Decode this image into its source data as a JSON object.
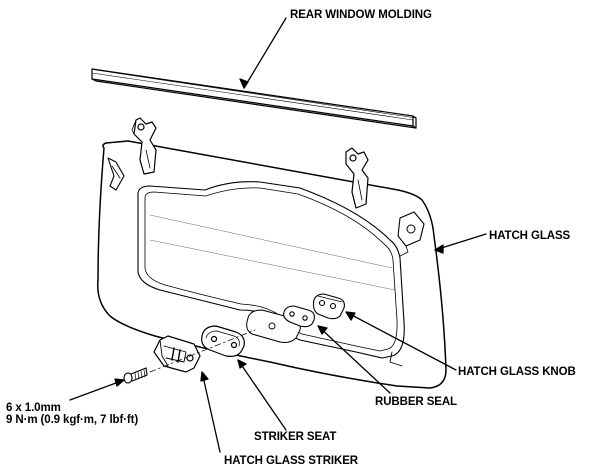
{
  "labels": {
    "rear_window_molding": "REAR WINDOW MOLDING",
    "hatch_glass": "HATCH GLASS",
    "hatch_glass_knob": "HATCH GLASS KNOB",
    "rubber_seal": "RUBBER SEAL",
    "striker_seat": "STRIKER SEAT",
    "hatch_glass_striker": "HATCH GLASS STRIKER"
  },
  "bolt_spec": {
    "size": "6 x 1.0mm",
    "torque": "9 N·m (0.9 kgf·m, 7 lbf·ft)"
  },
  "colors": {
    "line": "#000000",
    "background": "#ffffff"
  }
}
